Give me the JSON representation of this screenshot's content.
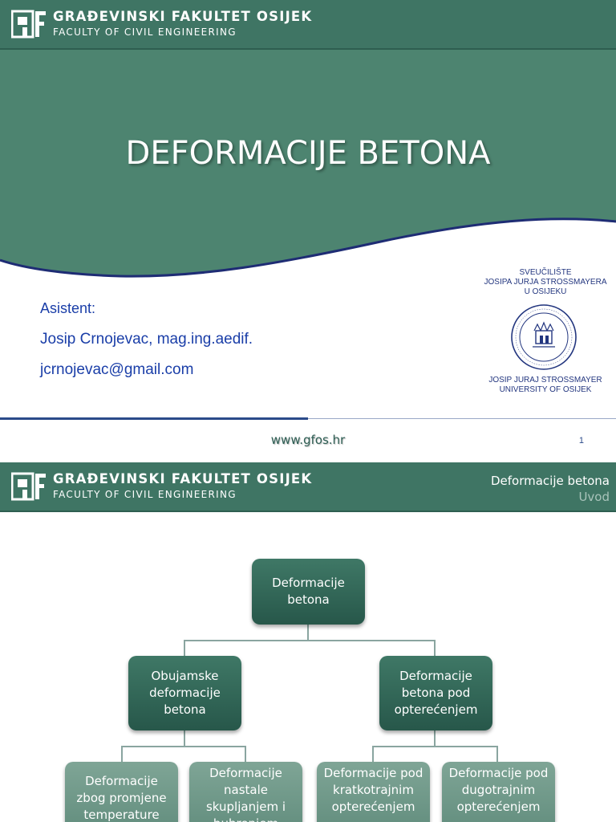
{
  "header": {
    "institution_hr": "GRAĐEVINSKI FAKULTET OSIJEK",
    "institution_en": "FACULTY OF CIVIL ENGINEERING"
  },
  "slide1": {
    "title": "DEFORMACIJE BETONA",
    "role": "Asistent:",
    "name": "Josip Crnojevac, mag.ing.aedif.",
    "email": "jcrnojevac@gmail.com",
    "university_hr": [
      "SVEUČILIŠTE",
      "JOSIPA JURJA STROSSMAYERA",
      "U OSIJEKU"
    ],
    "university_en": [
      "JOSIP JURAJ STROSSMAYER",
      "UNIVERSITY OF OSIJEK"
    ],
    "website": "www.gfos.hr",
    "page_number": "1"
  },
  "slide2": {
    "section_title": "Deformacije betona",
    "section_subtitle": "Uvod",
    "root": "Deformacije betona",
    "level1": [
      "Obujamske deformacije betona",
      "Deformacije betona pod opterećenjem"
    ],
    "level2": [
      "Deformacije zbog promjene temperature",
      "Deformacije nastale skupljanjem i bubrenjem",
      "Deformacije pod kratkotrajnim opterećenjem",
      "Deformacije pod dugotrajnim opterećenjem"
    ]
  },
  "colors": {
    "header_green": "#3f7564",
    "title_band": "#4d8470",
    "wave_line": "#1e2c74",
    "contact_blue": "#1a3ea8",
    "node_dark": "#2f6252",
    "node_light": "#6f998a"
  },
  "icons": [
    "gf-logo-icon",
    "university-seal-icon"
  ]
}
